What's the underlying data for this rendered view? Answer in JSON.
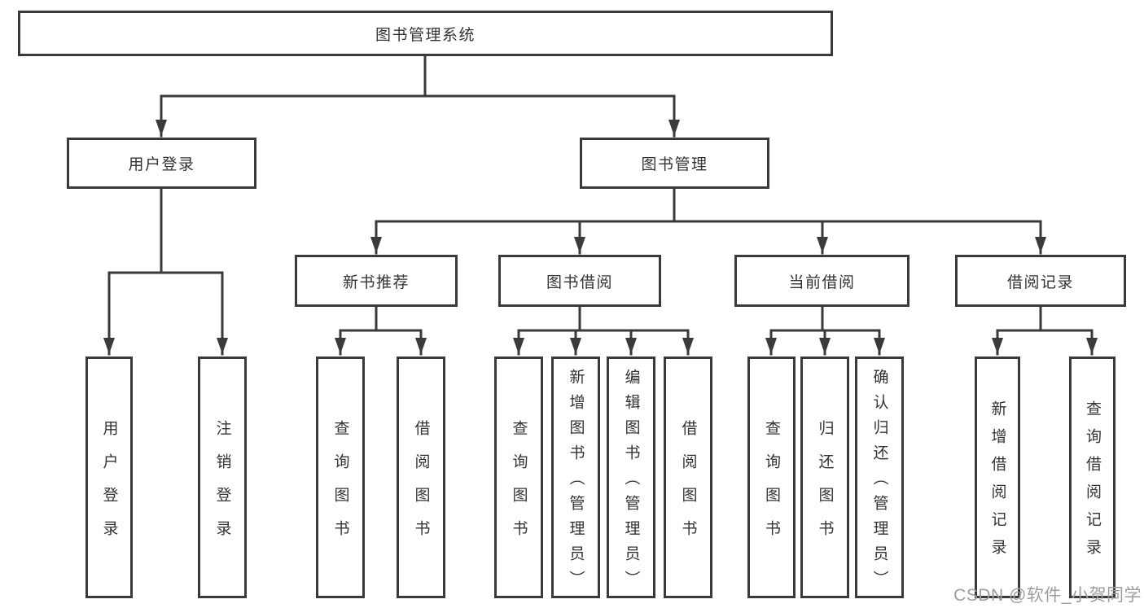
{
  "diagram": {
    "root": "图书管理系统",
    "branches": [
      {
        "label": "用户登录",
        "children": [
          {
            "label": "用户登录"
          },
          {
            "label": "注销登录"
          }
        ]
      },
      {
        "label": "图书管理",
        "children": [
          {
            "label": "新书推荐",
            "children": [
              {
                "label": "查询图书"
              },
              {
                "label": "借阅图书"
              }
            ]
          },
          {
            "label": "图书借阅",
            "children": [
              {
                "label": "查询图书"
              },
              {
                "label": "新增图书（管理员）"
              },
              {
                "label": "编辑图书（管理员）"
              },
              {
                "label": "借阅图书"
              }
            ]
          },
          {
            "label": "当前借阅",
            "children": [
              {
                "label": "查询图书"
              },
              {
                "label": "归还图书"
              },
              {
                "label": "确认归还（管理员）"
              }
            ]
          },
          {
            "label": "借阅记录",
            "children": [
              {
                "label": "新增借阅记录"
              },
              {
                "label": "查询借阅记录"
              }
            ]
          }
        ]
      }
    ]
  },
  "watermark": "CSDN @软件_小贺同学",
  "colors": {
    "line": "#3a3a3a",
    "box_border": "#3a3a3a",
    "text": "#333333",
    "watermark": "#9d9d9d",
    "background": "#ffffff"
  }
}
